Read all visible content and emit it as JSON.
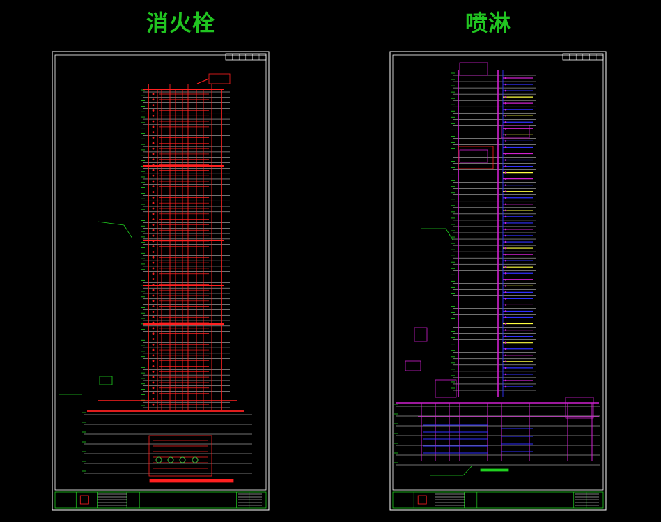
{
  "titles": {
    "left": "消火栓",
    "right": "喷淋"
  },
  "colors": {
    "background": "#000000",
    "title": "#21c521",
    "frame": "#ffffff",
    "hydrant_pipe": "#ff2020",
    "sprinkler_pipe": "#d020d0",
    "sprinkler_branch": "#3030ff",
    "branch_alt": "#ffff40",
    "annotation": "#20d020"
  },
  "left_sheet": {
    "name": "fire-hydrant-riser-diagram",
    "floor_count": 58,
    "basement_count": 6
  },
  "right_sheet": {
    "name": "sprinkler-riser-diagram",
    "floor_count": 50,
    "basement_count": 6
  }
}
